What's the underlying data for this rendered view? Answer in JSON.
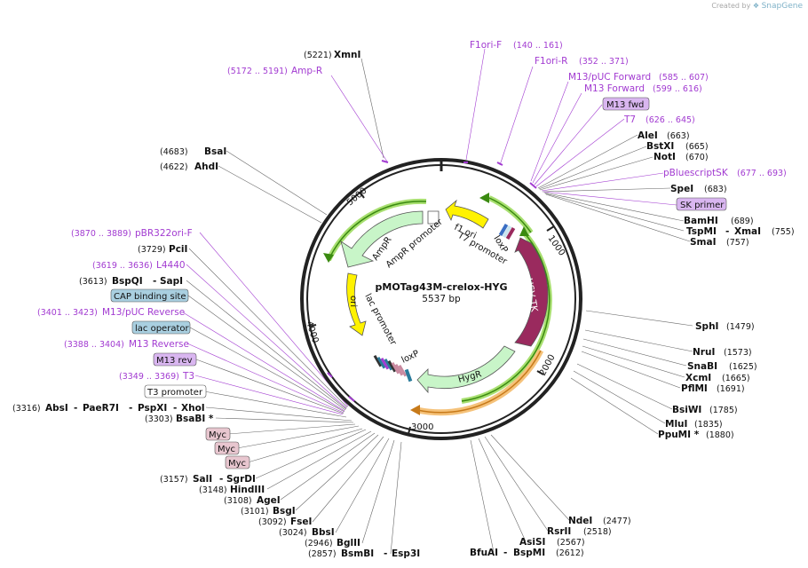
{
  "credit": {
    "prefix": "Created by",
    "brand": "SnapGene"
  },
  "plasmid": {
    "name": "pMOTag43M-crelox-HYG",
    "size": "5537 bp",
    "ticks": [
      "1000",
      "2000",
      "3000",
      "4000",
      "5000"
    ]
  },
  "colors": {
    "primer": "#a23bd1",
    "primer_box": "#d9b6f0",
    "feature_box_blue": "#a9cfe0",
    "feature_box_pink": "#e8c6cf",
    "amp": "#c8f5c8",
    "ori": "#fff200",
    "f1ori": "#fff200",
    "hsv": "#9a2a5e",
    "hyg": "#c8f5c8",
    "sequence_line": "#222222",
    "outer_arc_green": "#4caf20",
    "outer_arc_orange": "#e3a23a"
  },
  "features": {
    "amp_r": "AmpR",
    "amp_promoter": "AmpR promoter",
    "ori": "ori",
    "f1_ori": "f1 ori",
    "t7_promoter": "T7 promoter",
    "loxp_top": "loxP",
    "hsv_tk": "HSV TK",
    "hyg_r": "HygR",
    "loxp_bottom": "loxP",
    "lac_promoter": "lac promoter"
  },
  "right_labels": [
    {
      "pos": "(663)",
      "name": "AleI"
    },
    {
      "pos": "(665)",
      "name": "BstXI"
    },
    {
      "pos": "(670)",
      "name": "NotI"
    },
    {
      "pos": "(683)",
      "name": "SpeI"
    },
    {
      "pos": "(689)",
      "name": "BamHI"
    },
    {
      "pos": "(755)",
      "name": "TspMI",
      "name2": "XmaI"
    },
    {
      "pos": "(757)",
      "name": "SmaI"
    },
    {
      "pos": "(1479)",
      "name": "SphI"
    },
    {
      "pos": "(1573)",
      "name": "NruI"
    },
    {
      "pos": "(1625)",
      "name": "SnaBI"
    },
    {
      "pos": "(1665)",
      "name": "XcmI"
    },
    {
      "pos": "(1691)",
      "name": "PflMI"
    },
    {
      "pos": "(1785)",
      "name": "BsiWI"
    },
    {
      "pos": "(1835)",
      "name": "MluI"
    },
    {
      "pos": "(1880)",
      "name": "PpuMI *"
    }
  ],
  "right_primers": [
    {
      "name": "F1ori-F",
      "range": "(140 .. 161)"
    },
    {
      "name": "F1ori-R",
      "range": "(352 .. 371)"
    },
    {
      "name": "M13/pUC Forward",
      "range": "(585 .. 607)"
    },
    {
      "name": "M13 Forward",
      "range": "(599 .. 616)"
    },
    {
      "name": "M13 fwd"
    },
    {
      "name": "T7",
      "range": "(626 .. 645)"
    },
    {
      "name": "pBluescriptSK",
      "range": "(677 .. 693)"
    },
    {
      "name": "SK primer"
    }
  ],
  "top_labels": [
    {
      "pos": "(5221)",
      "name": "XmnI"
    },
    {
      "range": "(5172 .. 5191)",
      "name": "Amp-R"
    }
  ],
  "left_labels": [
    {
      "pos": "(4683)",
      "name": "BsaI"
    },
    {
      "pos": "(4622)",
      "name": "AhdI"
    },
    {
      "range": "(3870 .. 3889)",
      "name": "pBR322ori-F"
    },
    {
      "pos": "(3729)",
      "name": "PciI"
    },
    {
      "range": "(3619 .. 3636)",
      "name": "L4440"
    },
    {
      "pos": "(3613)",
      "name": "BspQI",
      "name2": "SapI"
    },
    {
      "name": "CAP binding site"
    },
    {
      "range": "(3401 .. 3423)",
      "name": "M13/pUC Reverse"
    },
    {
      "name": "lac operator"
    },
    {
      "range": "(3388 .. 3404)",
      "name": "M13 Reverse"
    },
    {
      "name": "M13 rev"
    },
    {
      "range": "(3349 .. 3369)",
      "name": "T3"
    },
    {
      "name": "T3 promoter"
    },
    {
      "pos": "(3316)",
      "name": "AbsI",
      "name2": "PaeR7I",
      "name3": "PspXI",
      "name4": "XhoI"
    },
    {
      "pos": "(3303)",
      "name": "BsaBI *"
    },
    {
      "name": "Myc"
    },
    {
      "name": "Myc"
    },
    {
      "name": "Myc"
    },
    {
      "pos": "(3157)",
      "name": "SalI",
      "name2": "SgrDI"
    },
    {
      "pos": "(3148)",
      "name": "HindIII"
    },
    {
      "pos": "(3108)",
      "name": "AgeI"
    },
    {
      "pos": "(3101)",
      "name": "BsgI"
    },
    {
      "pos": "(3092)",
      "name": "FseI"
    },
    {
      "pos": "(3024)",
      "name": "BbsI"
    },
    {
      "pos": "(2946)",
      "name": "BglII"
    },
    {
      "pos": "(2857)",
      "name": "BsmBI",
      "name2": "Esp3I"
    }
  ],
  "bottom_labels": [
    {
      "pos": "(2477)",
      "name": "NdeI"
    },
    {
      "pos": "(2518)",
      "name": "RsrII"
    },
    {
      "pos": "(2567)",
      "name": "AsiSI"
    },
    {
      "pos": "(2612)",
      "name": "BfuAI",
      "name2": "BspMI"
    }
  ]
}
